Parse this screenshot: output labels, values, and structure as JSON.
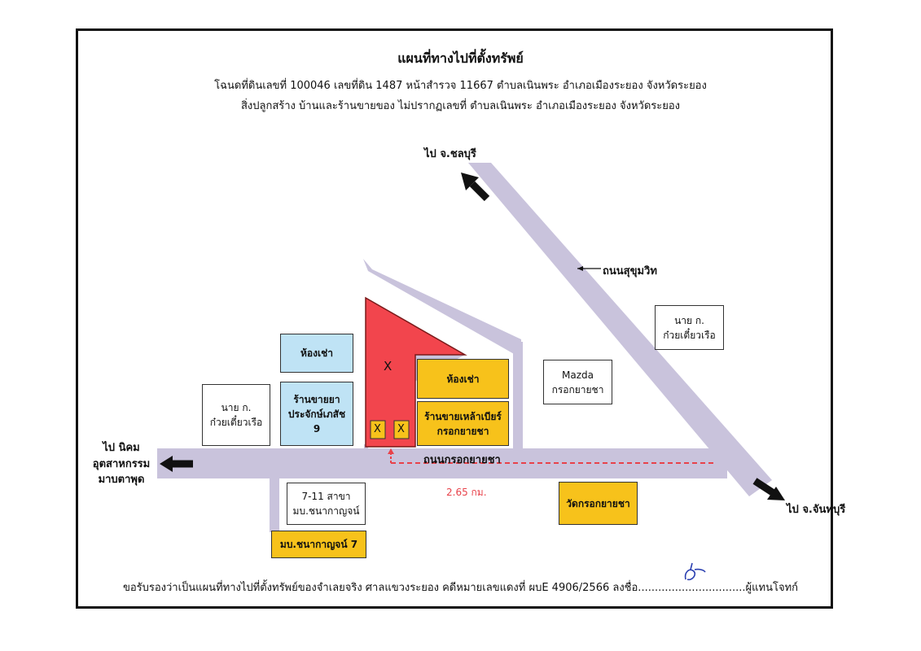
{
  "title": "แผนที่ทางไปที่ตั้งทรัพย์",
  "subtitle_line1": "โฉนดที่ดินเลขที่ 100046  เลขที่ดิน 1487  หน้าสำรวจ 11667  ตำบลเนินพระ  อำเภอเมืองระยอง  จังหวัดระยอง",
  "subtitle_line2": "สิ่งปลูกสร้าง  บ้านและร้านขายของ  ไม่ปรากฏเลขที่  ตำบลเนินพระ  อำเภอเมืองระยอง  จังหวัดระยอง",
  "directions": {
    "north": "ไป จ.ชลบุรี",
    "east": "ไป จ.จันทบุรี",
    "west_line1": "ไป นิคม",
    "west_line2": "อุตสาหกรรม",
    "west_line3": "มาบตาพุด"
  },
  "roads": {
    "sukhumvit": "ถนนสุขุมวิท",
    "krok_yai_cha": "ถนนกรอกยายชา"
  },
  "distance": "2.65 กม.",
  "places": {
    "rental_top": "ห้องเช่า",
    "pharmacy_l1": "ร้านขายยา",
    "pharmacy_l2": "ประจักษ์เภสัช",
    "pharmacy_l3": "9",
    "mr_k_left_l1": "นาย ก.",
    "mr_k_left_l2": "ก๋วยเตี๋ยวเรือ",
    "rental_yellow": "ห้องเช่า",
    "beer_l1": "ร้านขายเหล้าเบียร์",
    "beer_l2": "กรอกยายชา",
    "mazda_l1": "Mazda",
    "mazda_l2": "กรอกยายชา",
    "mr_k_right_l1": "นาย ก.",
    "mr_k_right_l2": "ก๋วยเตี๋ยวเรือ",
    "seven_l1": "7-11 สาขา",
    "seven_l2": "มบ.ชนากาญจน์",
    "temple": "วัดกรอกยายชา",
    "village": "มบ.ชนากาญจน์ 7"
  },
  "property_marks": {
    "main": "X",
    "small_1": "X",
    "small_2": "X"
  },
  "footer": "ขอรับรองว่าเป็นแผนที่ทางไปที่ตั้งทรัพย์ของจำเลยจริง ศาลแขวงระยอง คดีหมายเลขแดงที่ ผบE 4906/2566 ลงชื่อ................................ผู้แทนโจทก์",
  "colors": {
    "road": "#c9c3dc",
    "property": "#f2454d",
    "accent_route": "#e8424a",
    "blue_box": "#bfe3f5",
    "yellow_box": "#f7c21b"
  }
}
